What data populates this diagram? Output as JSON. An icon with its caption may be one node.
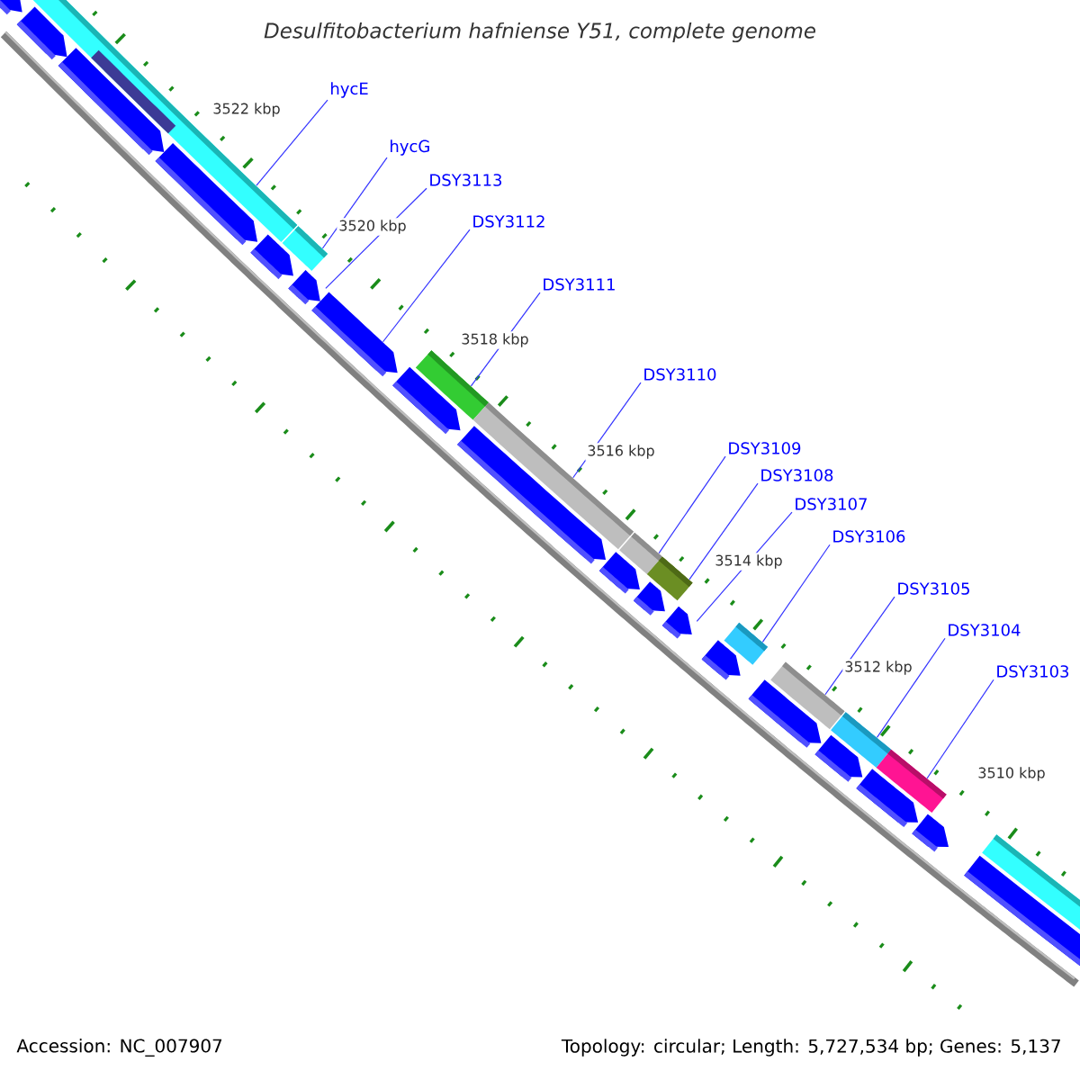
{
  "diagram": {
    "title": "Desulfitobacterium hafniense Y51, complete genome",
    "nodes": [
      {
        "text": [
          "hycE"
        ]
      },
      {
        "text": [
          "hycG"
        ]
      },
      {
        "text": [
          "DSY3113"
        ]
      },
      {
        "text": [
          "DSY3112"
        ]
      },
      {
        "text": [
          "DSY3111"
        ]
      },
      {
        "text": [
          "DSY3110"
        ]
      },
      {
        "text": [
          "DSY3109"
        ]
      },
      {
        "text": [
          "DSY3108"
        ]
      },
      {
        "text": [
          "DSY3107"
        ]
      },
      {
        "text": [
          "DSY3106"
        ]
      },
      {
        "text": [
          "DSY3105"
        ]
      },
      {
        "text": [
          "DSY3104"
        ]
      },
      {
        "text": [
          "DSY3103"
        ]
      },
      {
        "text": [],
        "shape": "bar"
      },
      {
        "text": [],
        "shape": "arrow"
      },
      {
        "text": [],
        "shape": "arrow"
      },
      {
        "text": [],
        "shape": "arrow"
      },
      {
        "text": [],
        "shape": "bar",
        "in": 13
      },
      {
        "text": [],
        "shape": "arrow"
      },
      {
        "text": [],
        "shape": "arrow"
      },
      {
        "text": [],
        "shape": "bar"
      },
      {
        "text": [],
        "shape": "arrow"
      },
      {
        "text": [],
        "shape": "arrow"
      },
      {
        "text": [],
        "shape": "arrow"
      },
      {
        "text": [],
        "shape": "bar"
      },
      {
        "text": [],
        "shape": "bar"
      },
      {
        "text": [],
        "shape": "arrow"
      },
      {
        "text": [],
        "shape": "arrow"
      },
      {
        "text": [],
        "shape": "bar"
      },
      {
        "text": [],
        "shape": "bar"
      },
      {
        "text": [],
        "shape": "arrow"
      },
      {
        "text": [],
        "shape": "arrow"
      },
      {
        "text": [],
        "shape": "arrow"
      },
      {
        "text": [],
        "shape": "bar"
      },
      {
        "text": [],
        "shape": "arrow"
      },
      {
        "text": [],
        "shape": "bar"
      },
      {
        "text": [],
        "shape": "bar"
      },
      {
        "text": [],
        "shape": "arrow"
      },
      {
        "text": [],
        "shape": "arrow"
      },
      {
        "text": [],
        "shape": "bar"
      },
      {
        "text": [],
        "shape": "arrow"
      },
      {
        "text": [],
        "shape": "bar"
      },
      {
        "text": [],
        "shape": "arrow"
      }
    ],
    "edges": [
      {
        "from": 0,
        "to": 13,
        "arrow": "none"
      },
      {
        "from": 1,
        "to": 20,
        "arrow": "none"
      },
      {
        "from": 2,
        "to": 21,
        "arrow": "none"
      },
      {
        "from": 3,
        "to": 22,
        "arrow": "none"
      },
      {
        "from": 4,
        "to": 24,
        "arrow": "none"
      },
      {
        "from": 5,
        "to": 25,
        "arrow": "none"
      },
      {
        "from": 6,
        "to": 28,
        "arrow": "none"
      },
      {
        "from": 7,
        "to": 29,
        "arrow": "none"
      },
      {
        "from": 8,
        "to": 31,
        "arrow": "none"
      },
      {
        "from": 9,
        "to": 33,
        "arrow": "none"
      },
      {
        "from": 10,
        "to": 35,
        "arrow": "none"
      },
      {
        "from": 11,
        "to": 36,
        "arrow": "none"
      },
      {
        "from": 12,
        "to": 39,
        "arrow": "none"
      }
    ],
    "labels": [
      "3522 kbp",
      "3520 kbp",
      "3518 kbp",
      "3516 kbp",
      "3514 kbp",
      "3512 kbp",
      "3510 kbp",
      "Accession: NC_007907",
      "Topology: circular; Length: 5,727,534 bp; Genes: 5,137"
    ]
  }
}
